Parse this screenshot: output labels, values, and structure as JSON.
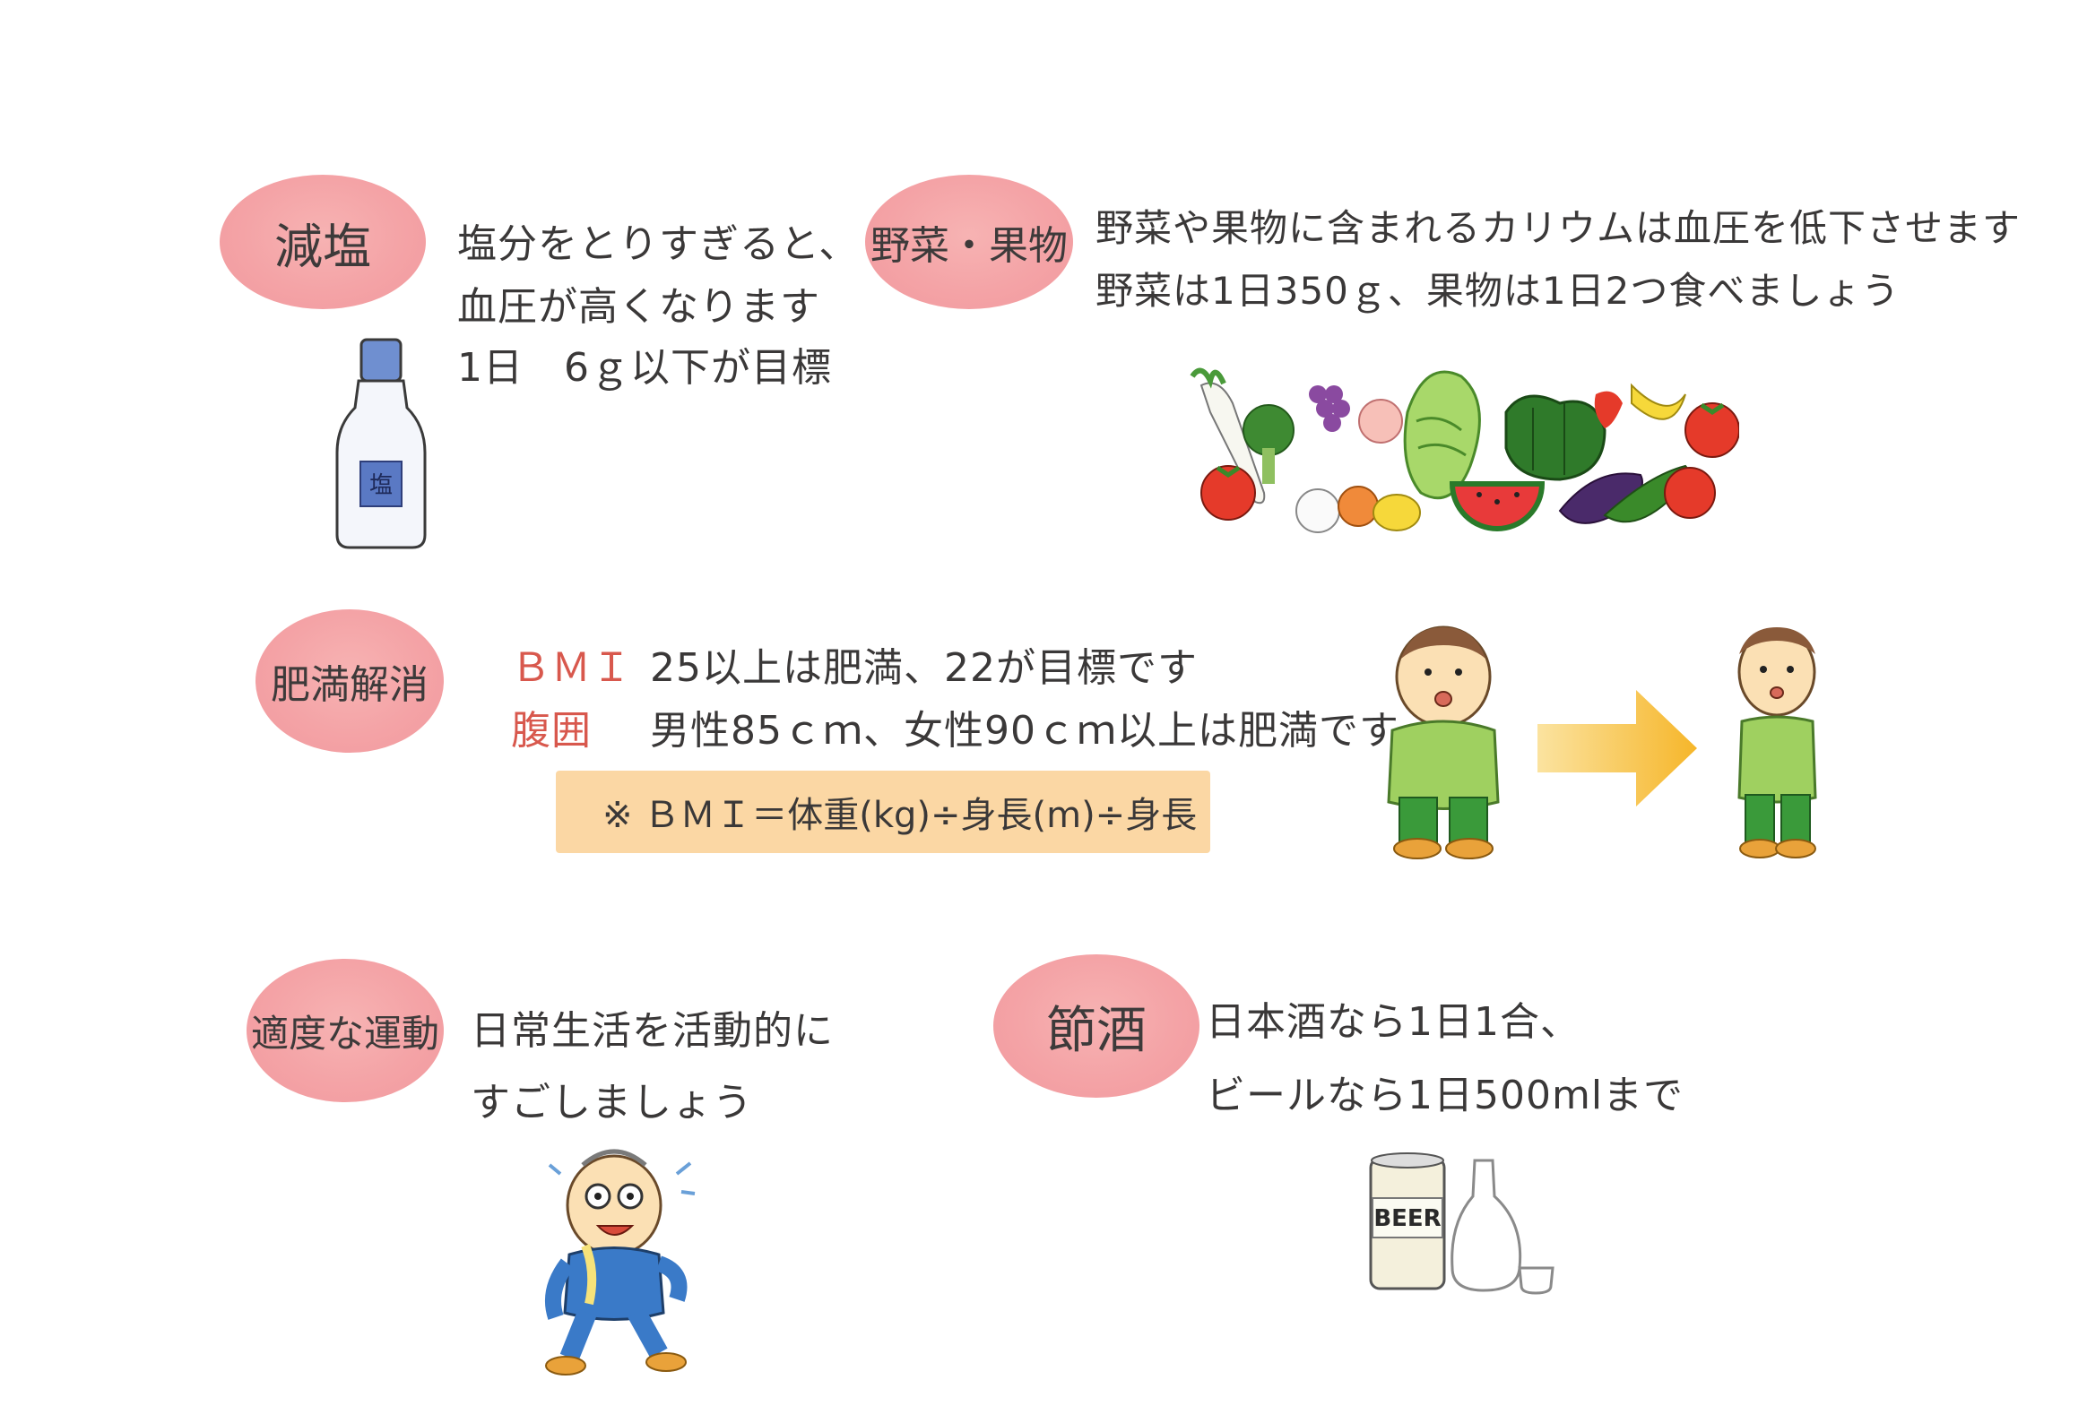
{
  "sections": {
    "salt": {
      "title": "減塩",
      "lines": [
        "塩分をとりすぎると、",
        "血圧が高くなります",
        "1日　6ｇ以下が目標"
      ],
      "bottle_label": "塩"
    },
    "veg": {
      "title": "野菜・果物",
      "lines": [
        "野菜や果物に含まれるカリウムは血圧を低下させます",
        "野菜は1日350ｇ、果物は1日2つ食べましょう"
      ]
    },
    "obesity": {
      "title": "肥満解消",
      "bmi_label": "ＢＭＩ",
      "bmi_text": "25以上は肥満、22が目標です",
      "waist_label": "腹囲",
      "waist_text": "男性85ｃｍ、女性90ｃｍ以上は肥満です",
      "formula": "※ ＢＭＩ＝体重(kg)÷身長(m)÷身長"
    },
    "exercise": {
      "title": "適度な運動",
      "lines": [
        "日常生活を活動的に",
        "すごしましょう"
      ]
    },
    "alcohol": {
      "title": "節酒",
      "lines": [
        "日本酒なら1日1合、",
        "ビールなら1日500mlまで"
      ],
      "can_label": "BEER"
    }
  },
  "colors": {
    "badge": "#f4a3a6",
    "accent_red": "#d8584d",
    "formula_bg": "#fbd7a4",
    "arrow": "#f6b62a",
    "shirt": "#9fd060",
    "pants": "#3a9a3a"
  }
}
